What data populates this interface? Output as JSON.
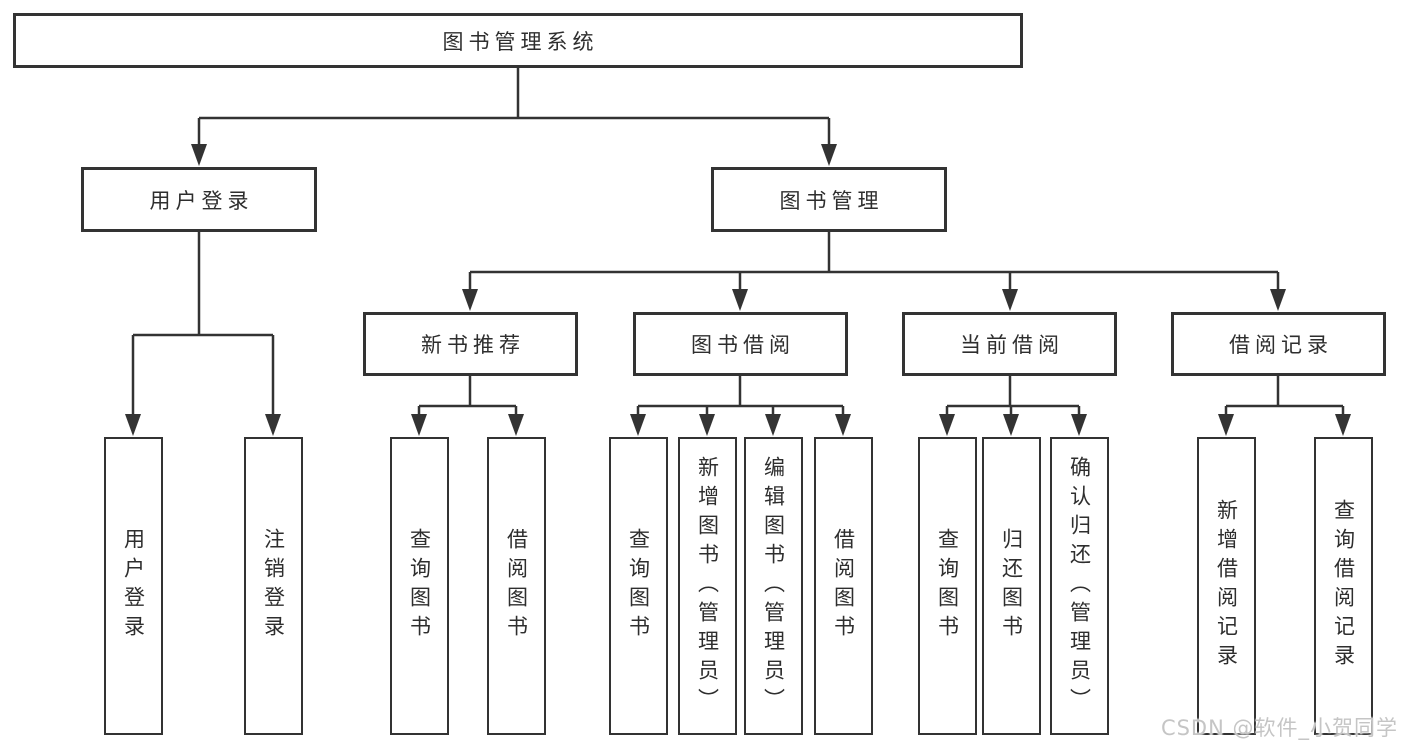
{
  "diagram": {
    "type": "hierarchy-tree",
    "title": "图书管理系统",
    "nodes": {
      "root": "图书管理系统",
      "user_login": "用户登录",
      "book_mgmt": "图书管理",
      "new_book_rec": "新书推荐",
      "book_borrow": "图书借阅",
      "current_borrow": "当前借阅",
      "borrow_records": "借阅记录",
      "leaf_user_login": "用户登录",
      "leaf_logout": "注销登录",
      "leaf_query_book_1": "查询图书",
      "leaf_borrow_book_1": "借阅图书",
      "leaf_query_book_2": "查询图书",
      "leaf_add_book": "新增图书（管理员）",
      "leaf_edit_book": "编辑图书（管理员）",
      "leaf_borrow_book_2": "借阅图书",
      "leaf_query_book_3": "查询图书",
      "leaf_return_book": "归还图书",
      "leaf_confirm_return": "确认归还（管理员）",
      "leaf_add_record": "新增借阅记录",
      "leaf_query_record": "查询借阅记录"
    },
    "edges": [
      [
        "root",
        "user_login"
      ],
      [
        "root",
        "book_mgmt"
      ],
      [
        "user_login",
        "leaf_user_login"
      ],
      [
        "user_login",
        "leaf_logout"
      ],
      [
        "book_mgmt",
        "new_book_rec"
      ],
      [
        "book_mgmt",
        "book_borrow"
      ],
      [
        "book_mgmt",
        "current_borrow"
      ],
      [
        "book_mgmt",
        "borrow_records"
      ],
      [
        "new_book_rec",
        "leaf_query_book_1"
      ],
      [
        "new_book_rec",
        "leaf_borrow_book_1"
      ],
      [
        "book_borrow",
        "leaf_query_book_2"
      ],
      [
        "book_borrow",
        "leaf_add_book"
      ],
      [
        "book_borrow",
        "leaf_edit_book"
      ],
      [
        "book_borrow",
        "leaf_borrow_book_2"
      ],
      [
        "current_borrow",
        "leaf_query_book_3"
      ],
      [
        "current_borrow",
        "leaf_return_book"
      ],
      [
        "current_borrow",
        "leaf_confirm_return"
      ],
      [
        "borrow_records",
        "leaf_add_record"
      ],
      [
        "borrow_records",
        "leaf_query_record"
      ]
    ],
    "colors": {
      "line": "#333333",
      "border": "#333333",
      "text": "#2e2e2e",
      "background": "#ffffff",
      "watermark": "#c5c5c5"
    }
  },
  "watermark": "CSDN @软件_小贺同学"
}
